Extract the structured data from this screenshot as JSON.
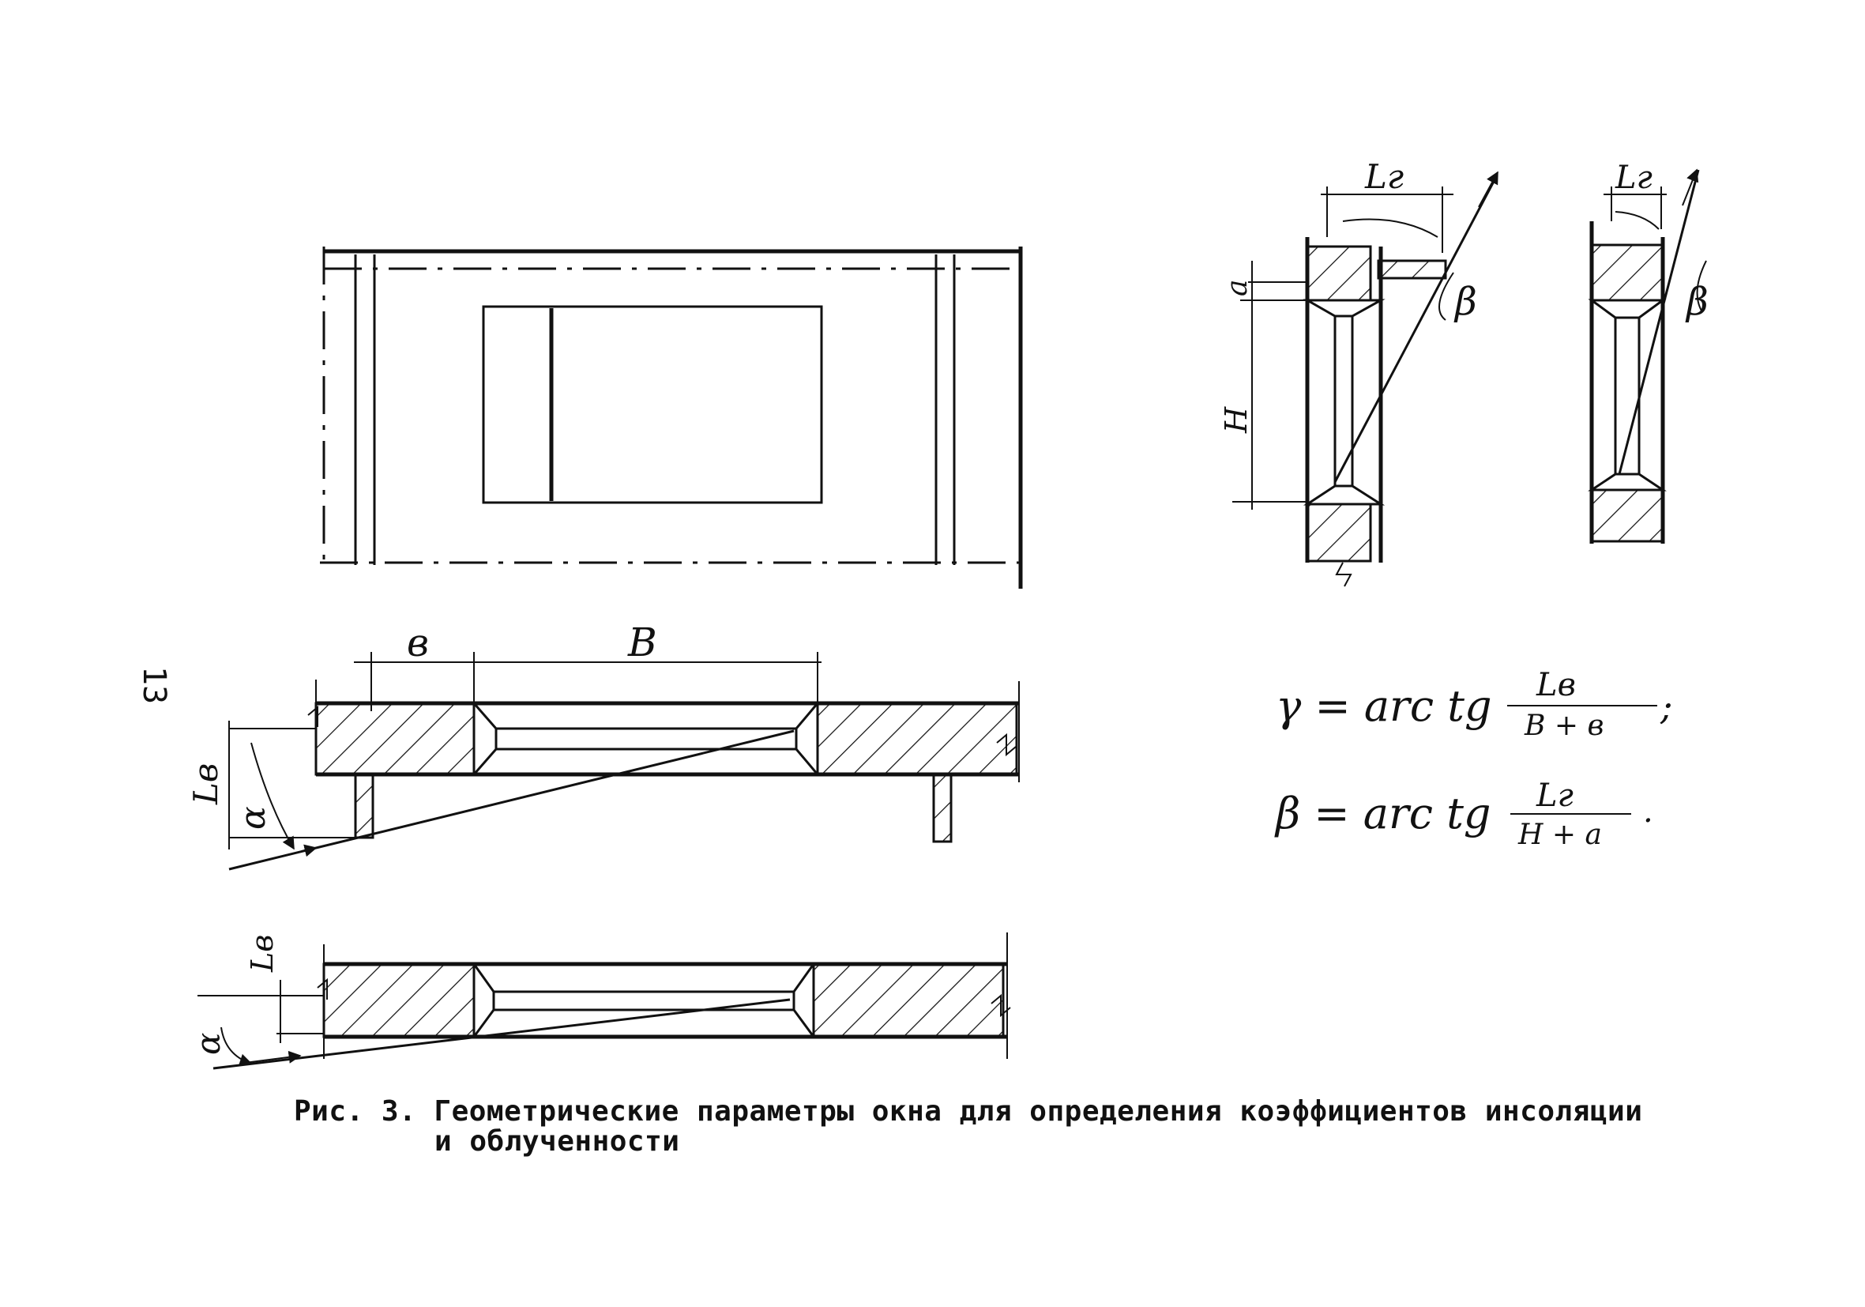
{
  "page_number": "13",
  "caption": {
    "line1": "Рис. 3. Геометрические параметры окна для определения коэффициентов инсоляции",
    "line2": "и облученности"
  },
  "labels": {
    "b_small": "в",
    "B_large": "В",
    "Lv": "Lв",
    "alpha": "α",
    "Lg": "Lг",
    "a": "а",
    "H": "Н",
    "beta": "β"
  },
  "formulas": {
    "gamma_lhs": "γ = arc tg",
    "gamma_num": "Lв",
    "gamma_den": "В + в",
    "gamma_end": ";",
    "beta_lhs": "β = arc tg",
    "beta_num": "Lг",
    "beta_den": "Н + а",
    "beta_end": "."
  }
}
